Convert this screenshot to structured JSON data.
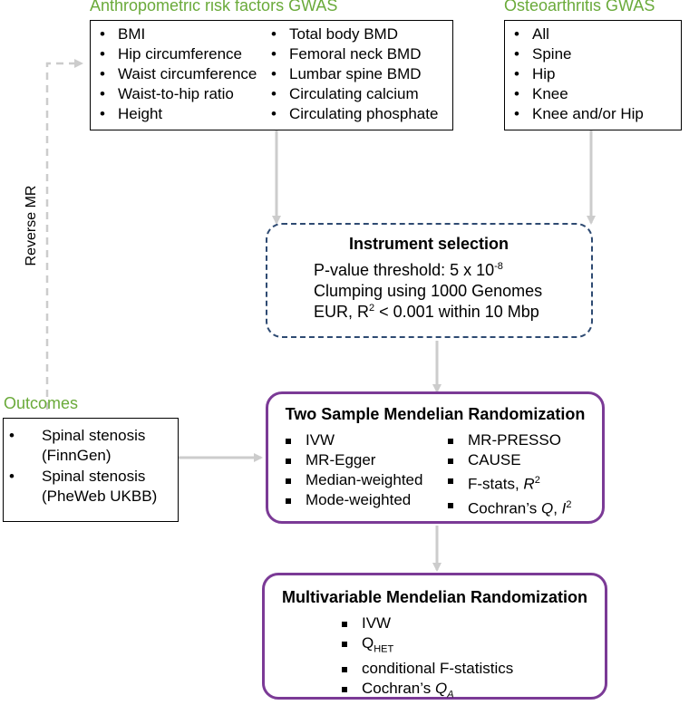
{
  "anthropometric": {
    "heading": "Anthropometric risk factors GWAS",
    "left_items": [
      "BMI",
      "Hip circumference",
      "Waist circumference",
      "Waist-to-hip ratio",
      "Height"
    ],
    "right_items": [
      "Total body BMD",
      "Femoral neck BMD",
      "Lumbar spine BMD",
      "Circulating calcium",
      "Circulating phosphate"
    ]
  },
  "osteoarthritis": {
    "heading": "Osteoarthritis GWAS",
    "items": [
      "All",
      "Spine",
      "Hip",
      "Knee",
      "Knee and/or Hip"
    ]
  },
  "reverse_mr_label": "Reverse MR",
  "instrument": {
    "title": "Instrument selection",
    "line1_prefix": "P-value threshold: 5 x 10",
    "line1_exp": "-8",
    "line2": "Clumping using 1000 Genomes",
    "line3_prefix": "EUR, R",
    "line3_sup": "2",
    "line3_suffix": " < 0.001 within 10 Mbp"
  },
  "outcomes": {
    "heading": "Outcomes",
    "items": [
      {
        "line1": "Spinal stenosis",
        "line2": "(FinnGen)"
      },
      {
        "line1": "Spinal stenosis",
        "line2": "(PheWeb UKBB)"
      }
    ]
  },
  "two_sample": {
    "title": "Two Sample Mendelian Randomization",
    "left_items": [
      "IVW",
      "MR-Egger",
      "Median-weighted",
      "Mode-weighted"
    ],
    "right_items": [
      "MR-PRESSO",
      "CAUSE"
    ],
    "fstats_prefix": "F-stats, ",
    "fstats_r": "R",
    "fstats_sup": "2",
    "cochran_prefix": "Cochran’s ",
    "cochran_q": "Q",
    "cochran_sep": ", ",
    "cochran_i": "I",
    "cochran_sup": "2"
  },
  "multivariable": {
    "title": "Multivariable Mendelian Randomization",
    "item_ivw": "IVW",
    "qhet_q": "Q",
    "qhet_sub": "HET",
    "item_cond": "conditional F-statistics",
    "cochran_prefix": "Cochran’s ",
    "cochran_q": "Q",
    "cochran_sub": "A"
  },
  "colors": {
    "heading_green": "#6aaa3a",
    "instrument_border": "#2e4a72",
    "mr_border": "#7b3a96",
    "arrow_gray": "#cccccc",
    "dashed_gray": "#cccccc"
  }
}
